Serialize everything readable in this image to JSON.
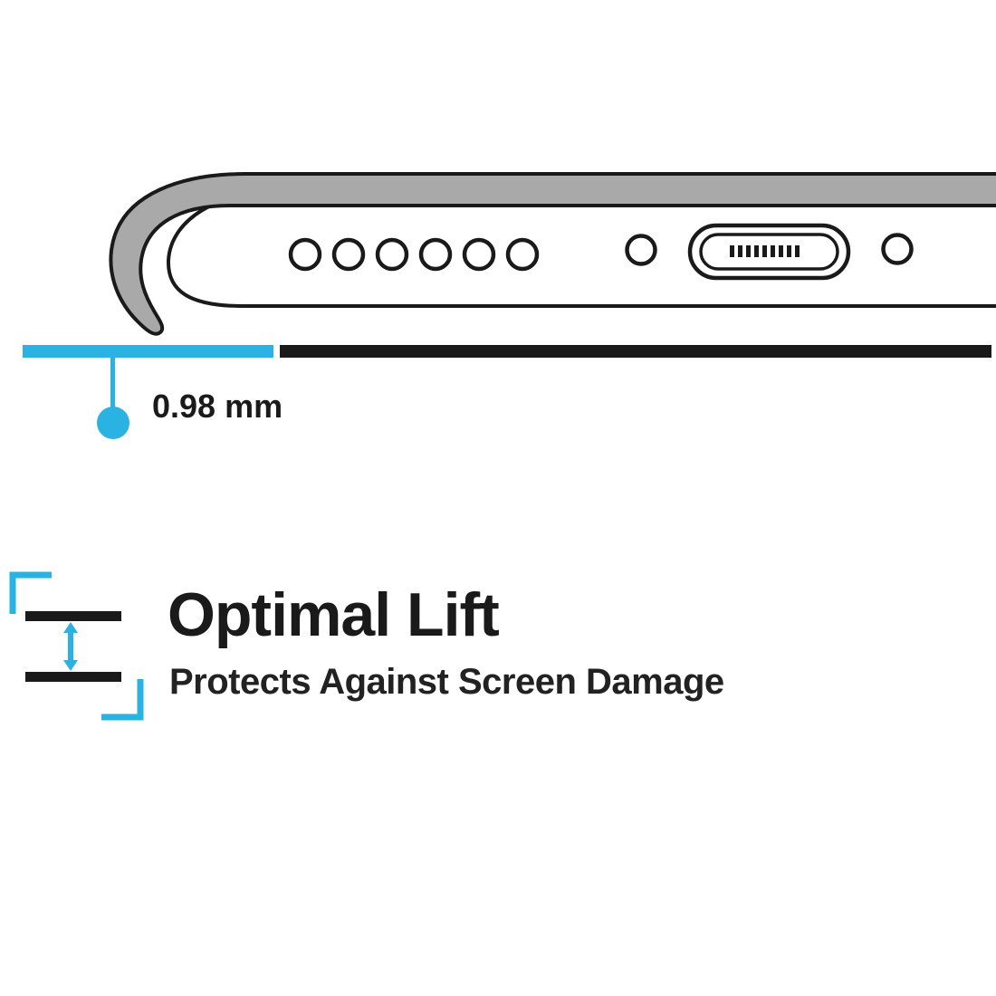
{
  "colors": {
    "accent": "#29b2e2",
    "dark": "#1a1a1a",
    "case_gray": "#a9a9a9"
  },
  "illustration": {
    "name": "phone-bottom-edge-in-case-side-view",
    "speaker_hole_count": 6,
    "port_pin_count": 9,
    "parts": [
      "case-shell",
      "phone-body",
      "speaker-holes",
      "mic-hole",
      "charging-port",
      "screw-hole"
    ]
  },
  "measurement": {
    "label": "0.98 mm"
  },
  "feature": {
    "title": "Optimal Lift",
    "subtitle": "Protects Against Screen Damage"
  },
  "icons": {
    "lift_icon": "up-down-arrow-between-surfaces",
    "brackets": "cyan-corner-brackets"
  }
}
